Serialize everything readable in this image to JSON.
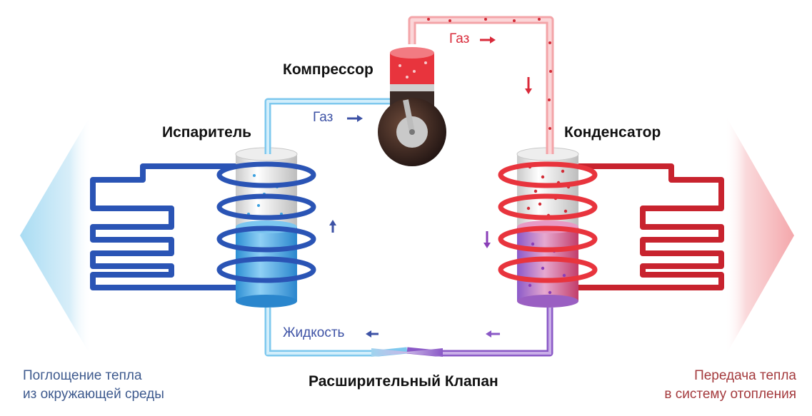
{
  "labels": {
    "compressor": "Компрессор",
    "evaporator": "Испаритель",
    "condenser": "Конденсатор",
    "expansion_valve": "Расширительный Клапан",
    "gas_left": "Газ",
    "gas_top": "Газ",
    "liquid": "Жидкость"
  },
  "captions": {
    "left_line1": "Поглощение тепла",
    "left_line2": "из окружающей среды",
    "right_line1": "Передача тепла",
    "right_line2": "в систему отопления"
  },
  "colors": {
    "cold_pipe": "#2a54b5",
    "cold_light": "#bfe3f4",
    "hot_pipe": "#e8343d",
    "hot_light": "#f6b9bc",
    "liquid_violet": "#8a58c6",
    "label_dark": "#111111",
    "flow_blue": "#3d52a5",
    "flow_red": "#d92a3a"
  }
}
